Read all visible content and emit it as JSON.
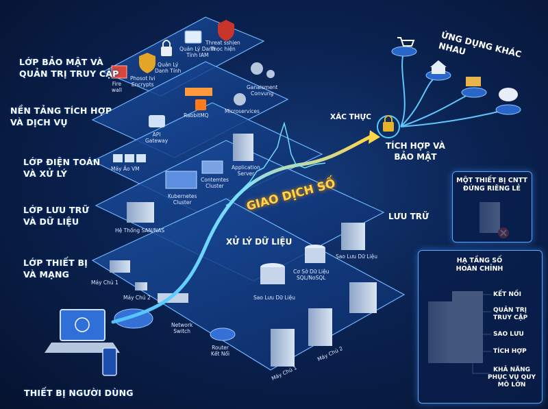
{
  "layers": [
    {
      "label": "LỚP BẢO MẬT VÀ\nQUẢN TRỊ TRUY CẬP"
    },
    {
      "label": "NỀN TẢNG TÍCH HỢP\nVÀ DỊCH VỤ"
    },
    {
      "label": "LỚP ĐIỆN TOÁN\nVÀ XỬ LÝ"
    },
    {
      "label": "LỚP LƯU TRỮ\nVÀ DỮ LIỆU"
    },
    {
      "label": "LỚP THIẾT BỊ\nVÀ MẠNG"
    }
  ],
  "security": {
    "firewall": "Fire\nwall",
    "encrypts": "Phosot Ivi\nEncrypts",
    "identity": "Quản Lý\nDanh Tính",
    "iam": "Quản Lý Danh\nTính IAM",
    "threat": "Threat sshịen\nThọc hiện"
  },
  "integration": {
    "api_gateway": "API\nGateway",
    "rabbitmq": "RabbitMQ",
    "microservices": "Microservices",
    "consuming": "Ganaisment\nConvung"
  },
  "compute": {
    "vm": "Máy Ảo VM",
    "kubernetes": "Kubernetes\nCluster",
    "contentes": "Contemtes\nCluster",
    "app_server": "Application\nServer"
  },
  "storage": {
    "san_nas": "Hệ Thống SAN/NAS",
    "luu_tru": "LƯU TRỮ",
    "xu_ly": "XỬ LÝ DỮ LIỆU",
    "backup": "Sao Lưu Dữ Liệu",
    "backup2": "Sao Lưu Dữ Liệu",
    "sql": "Cơ Sở Dữ Liệu\nSQL/NoSQL"
  },
  "network": {
    "server1_top": "Máy Chủ 1",
    "server2_top": "Máy Chủ 2",
    "switch": "Network\nSwitch",
    "router": "Router\nKết Nối",
    "server1": "Máy Chủ 1",
    "server2": "Máy Chủ 2"
  },
  "center_title": "GIAO DỊCH SỐ",
  "users": "THIẾT BỊ NGƯỜI DÙNG",
  "auth": "XÁC THỰC",
  "integration_security": "TÍCH HỢP VÀ\nBẢO MẬT",
  "apps": "ỨNG DỤNG KHÁC NHAU",
  "standalone": {
    "title": "MỘT THIẾT BỊ CNTT\nĐỨNG RIÊNG LẺ"
  },
  "complete": {
    "title": "HẠ TẦNG SỐ\nHOÀN CHỈNH",
    "items": [
      "KẾT NỐI",
      "QUẢN TRỊ\nTRUY CẬP",
      "SAO LƯU",
      "TÍCH HỢP",
      "KHẢ NĂNG\nPHỤC VỤ QUY\nMÔ LỚN"
    ]
  },
  "colors": {
    "background": "#071634",
    "accent": "#5aa9ff",
    "highlight": "#ffd54a",
    "danger": "#e53935"
  }
}
